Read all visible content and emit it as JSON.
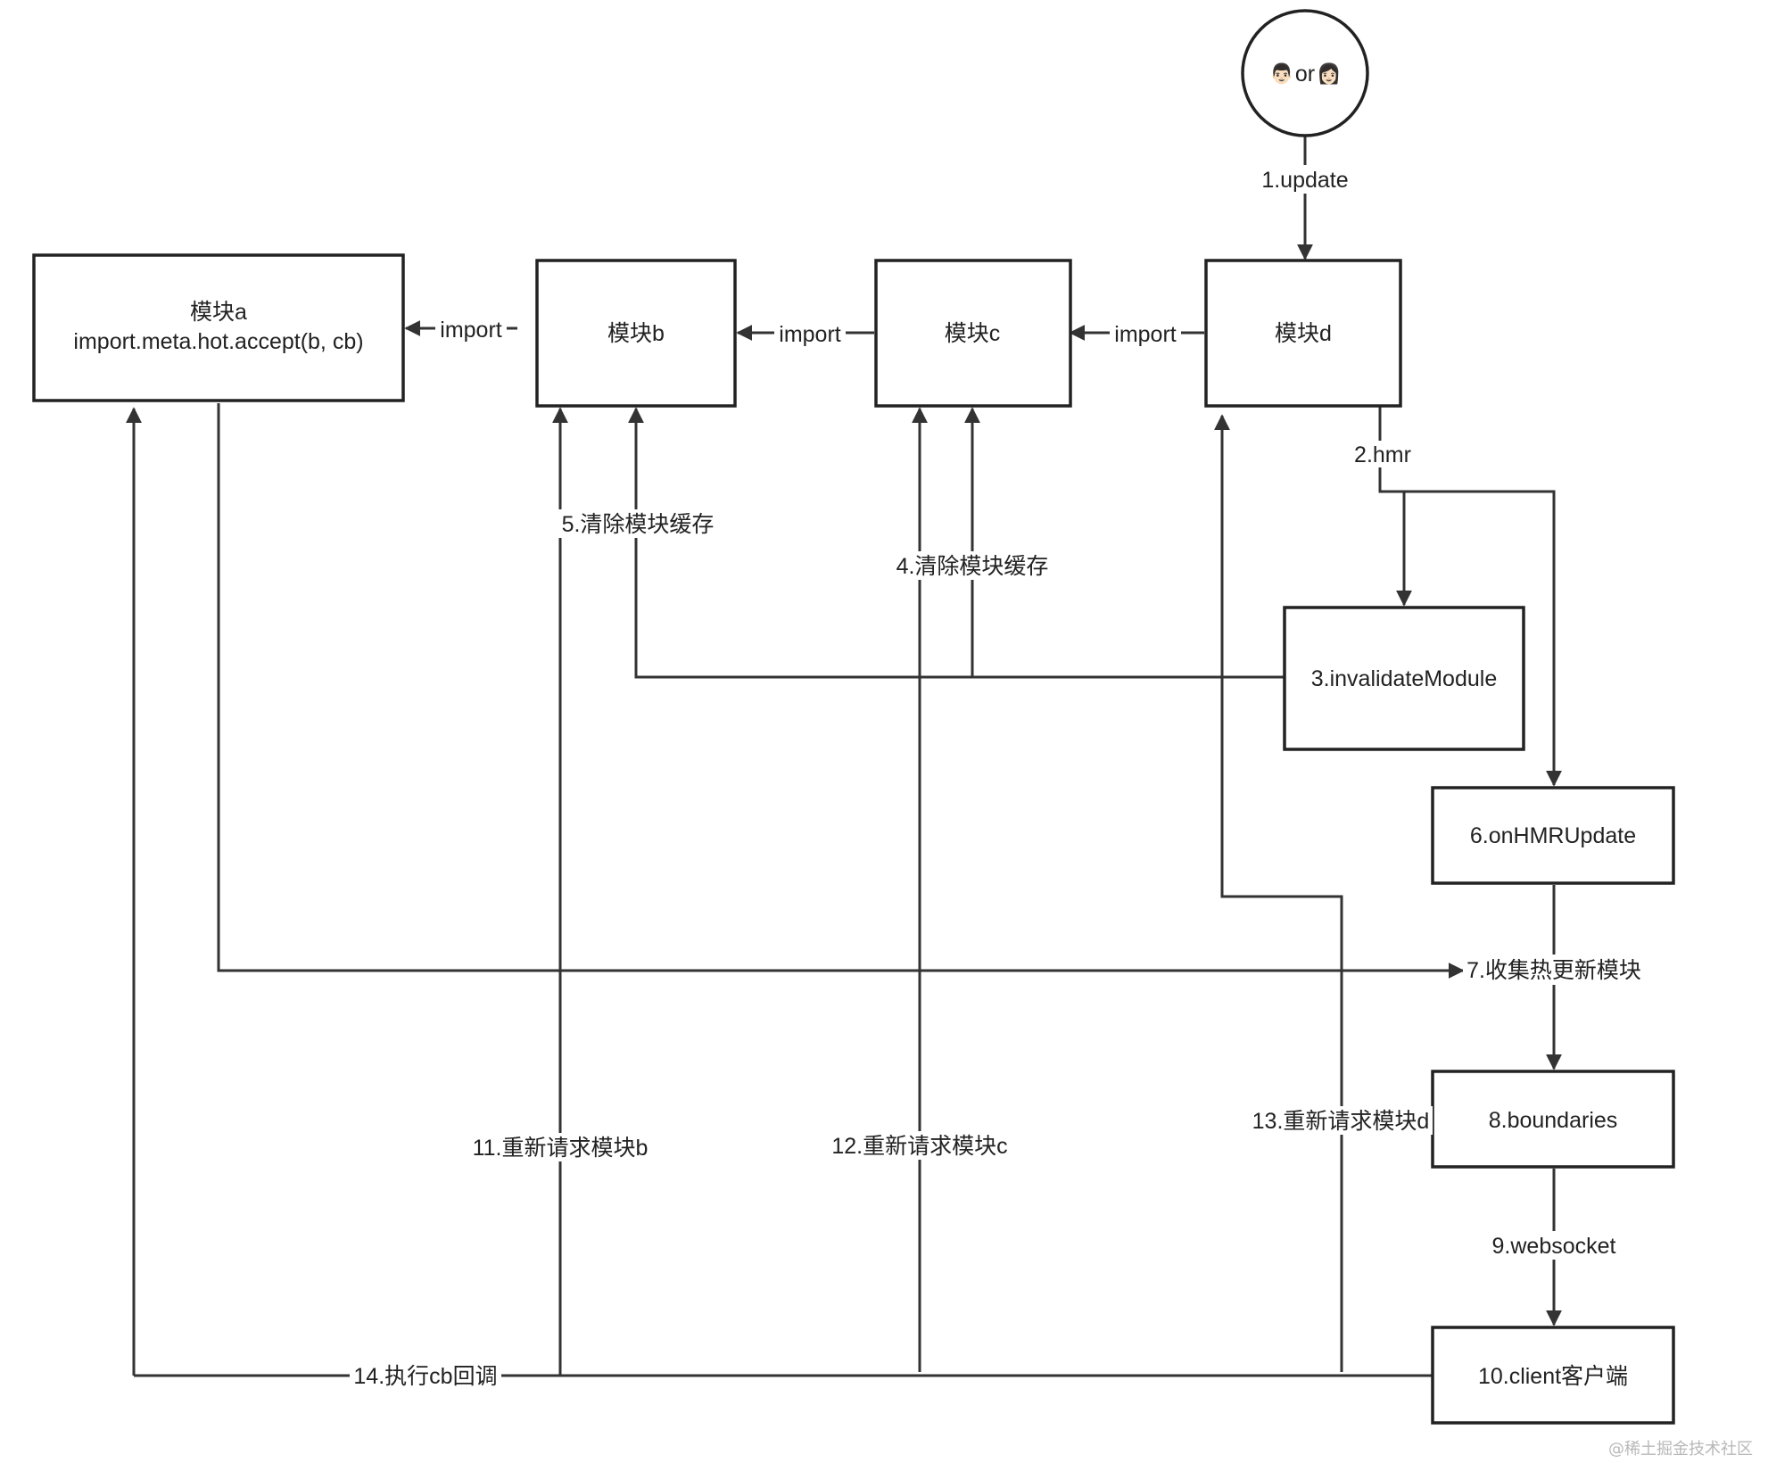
{
  "actor": {
    "emoji_left": "👨🏻",
    "text": "or",
    "emoji_right": "👩🏻"
  },
  "nodes": {
    "a_title": "模块a",
    "a_code": "import.meta.hot.accept(b, cb)",
    "b": "模块b",
    "c": "模块c",
    "d": "模块d",
    "invalidate": "3.invalidateModule",
    "onhmr": "6.onHMRUpdate",
    "boundaries": "8.boundaries",
    "client": "10.client客户端"
  },
  "edges": {
    "update": "1.update",
    "hmr": "2.hmr",
    "clear_c": "4.清除模块缓存",
    "clear_b": "5.清除模块缓存",
    "collect": "7.收集热更新模块",
    "websocket": "9.websocket",
    "req_b": "11.重新请求模块b",
    "req_c": "12.重新请求模块c",
    "req_d": "13.重新请求模块d",
    "exec_cb": "14.执行cb回调",
    "import_ab": "import",
    "import_bc": "import",
    "import_cd": "import"
  },
  "watermark": "@稀土掘金技术社区"
}
